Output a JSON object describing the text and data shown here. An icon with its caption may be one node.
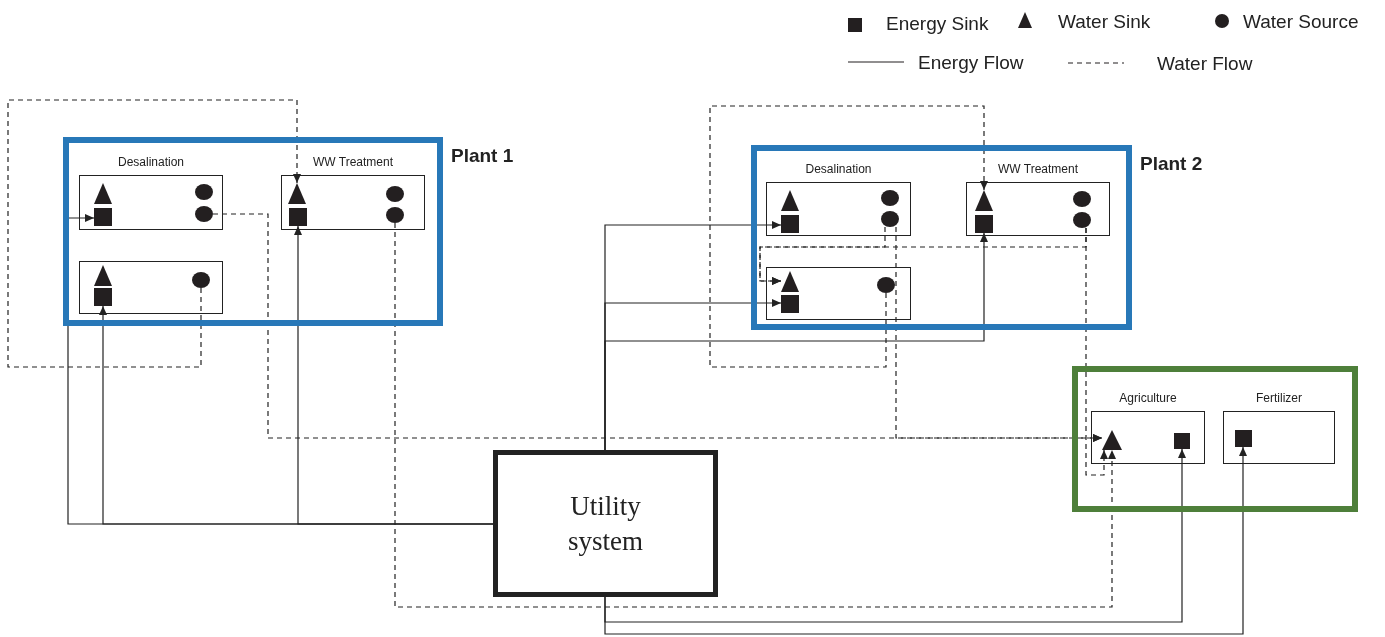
{
  "diagram": {
    "nodes": [
      {
        "text": [
          "Plant 1"
        ]
      },
      {
        "text": [
          "Desalination"
        ],
        "in": 0
      },
      {
        "text": [],
        "shape": "triangle",
        "in": 1
      },
      {
        "text": [],
        "shape": "square",
        "in": 1
      },
      {
        "text": [],
        "shape": "circle",
        "in": 1
      },
      {
        "text": [],
        "shape": "circle",
        "in": 1
      },
      {
        "text": [
          "WW Treatment"
        ],
        "in": 0
      },
      {
        "text": [],
        "shape": "triangle",
        "in": 6
      },
      {
        "text": [],
        "shape": "square",
        "in": 6
      },
      {
        "text": [],
        "shape": "circle",
        "in": 6
      },
      {
        "text": [],
        "shape": "circle",
        "in": 6
      },
      {
        "text": [],
        "shape": "box",
        "in": 0
      },
      {
        "text": [],
        "shape": "triangle",
        "in": 11
      },
      {
        "text": [],
        "shape": "square",
        "in": 11
      },
      {
        "text": [],
        "shape": "circle",
        "in": 11
      },
      {
        "text": [
          "Plant 2"
        ]
      },
      {
        "text": [
          "Desalination"
        ],
        "in": 15
      },
      {
        "text": [],
        "shape": "triangle",
        "in": 16
      },
      {
        "text": [],
        "shape": "square",
        "in": 16
      },
      {
        "text": [],
        "shape": "circle",
        "in": 16
      },
      {
        "text": [],
        "shape": "circle",
        "in": 16
      },
      {
        "text": [
          "WW Treatment"
        ],
        "in": 15
      },
      {
        "text": [],
        "shape": "triangle",
        "in": 21
      },
      {
        "text": [],
        "shape": "square",
        "in": 21
      },
      {
        "text": [],
        "shape": "circle",
        "in": 21
      },
      {
        "text": [],
        "shape": "circle",
        "in": 21
      },
      {
        "text": [],
        "shape": "box",
        "in": 15
      },
      {
        "text": [],
        "shape": "triangle",
        "in": 26
      },
      {
        "text": [],
        "shape": "square",
        "in": 26
      },
      {
        "text": [],
        "shape": "circle",
        "in": 26
      },
      {
        "text": [],
        "shape": "box"
      },
      {
        "text": [
          "Agriculture"
        ],
        "in": 30
      },
      {
        "text": [],
        "shape": "triangle",
        "in": 31
      },
      {
        "text": [],
        "shape": "square",
        "in": 31
      },
      {
        "text": [
          "Fertilizer"
        ],
        "in": 30
      },
      {
        "text": [],
        "shape": "square",
        "in": 34
      },
      {
        "text": [
          "Utility system"
        ]
      }
    ],
    "edges": [
      {
        "from": 36,
        "to": 3,
        "arrow": "to"
      },
      {
        "from": 36,
        "to": 13,
        "arrow": "to"
      },
      {
        "from": 36,
        "to": 8,
        "arrow": "to"
      },
      {
        "from": 36,
        "to": 18,
        "arrow": "to"
      },
      {
        "from": 36,
        "to": 28,
        "arrow": "to"
      },
      {
        "from": 36,
        "to": 23,
        "arrow": "to"
      },
      {
        "from": 36,
        "to": 33,
        "arrow": "to"
      },
      {
        "from": 36,
        "to": 35,
        "arrow": "to"
      },
      {
        "from": 14,
        "to": 7,
        "arrow": "to",
        "style": "dashed"
      },
      {
        "from": 5,
        "to": 32,
        "arrow": "to",
        "style": "dashed"
      },
      {
        "from": 10,
        "to": 32,
        "arrow": "to",
        "style": "dashed"
      },
      {
        "from": 29,
        "to": 22,
        "arrow": "to",
        "style": "dashed"
      },
      {
        "from": 20,
        "to": 27,
        "arrow": "to",
        "style": "dashed"
      },
      {
        "from": 20,
        "to": 32,
        "arrow": "to",
        "style": "dashed"
      },
      {
        "from": 25,
        "to": 27,
        "arrow": "to",
        "style": "dashed"
      },
      {
        "from": 25,
        "to": 32,
        "arrow": "to",
        "style": "dashed"
      }
    ],
    "legend": [
      {
        "text": "Energy Sink"
      },
      {
        "text": "Water Sink"
      },
      {
        "text": "Water Source"
      },
      {
        "text": "Energy Flow"
      },
      {
        "text": "Water Flow"
      }
    ]
  }
}
